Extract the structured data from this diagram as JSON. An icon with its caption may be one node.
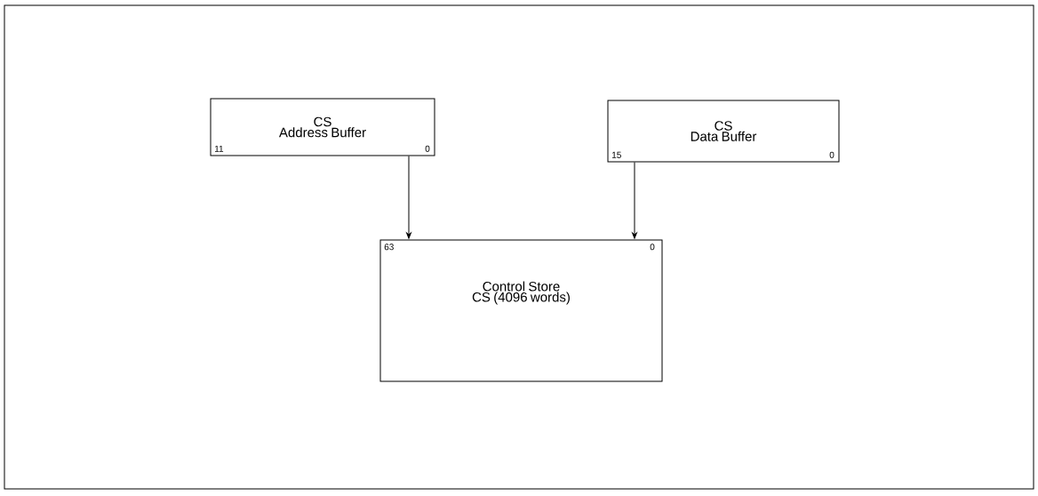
{
  "diagram": {
    "nodes": [
      {
        "text": [
          "CS",
          "Address Buffer",
          "11",
          "0"
        ]
      },
      {
        "text": [
          "CS",
          "Data Buffer",
          "15",
          "0"
        ]
      },
      {
        "text": [
          "Control Store CS (4096 words)",
          "63",
          "0"
        ]
      }
    ],
    "edges": [
      {
        "from": 0,
        "to": 2,
        "arrow": "to"
      },
      {
        "from": 1,
        "to": 2,
        "arrow": "to"
      }
    ]
  }
}
